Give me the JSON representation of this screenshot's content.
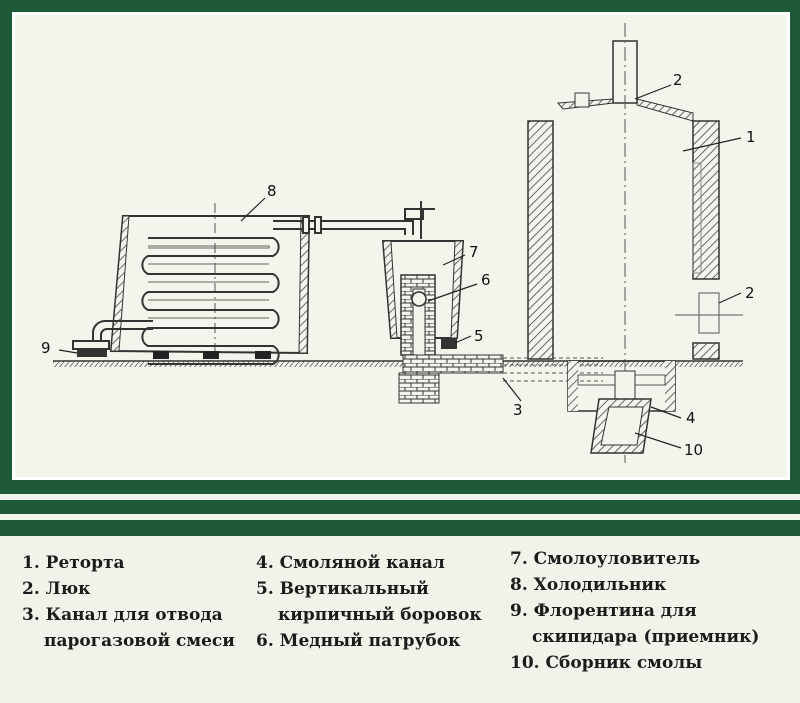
{
  "diagram": {
    "callouts": [
      "1",
      "2",
      "2",
      "3",
      "4",
      "5",
      "6",
      "7",
      "8",
      "9",
      "10"
    ]
  },
  "legend": {
    "col1": [
      "1. Реторта",
      "2. Люк",
      "3. Канал для отвода",
      "парогазовой смеси"
    ],
    "col2": [
      "4. Смоляной канал",
      "5. Вертикальный",
      "кирпичный боровок",
      "6. Медный патрубок"
    ],
    "col3": [
      "7. Смолоуловитель",
      "8. Холодильник",
      "9. Флорентина для",
      "скипидара (приемник)",
      "10. Сборник смолы"
    ]
  },
  "colors": {
    "frame_green": "#1f5a38",
    "panel_bg": "#f3f4ec",
    "line": "#2a2a2a"
  }
}
